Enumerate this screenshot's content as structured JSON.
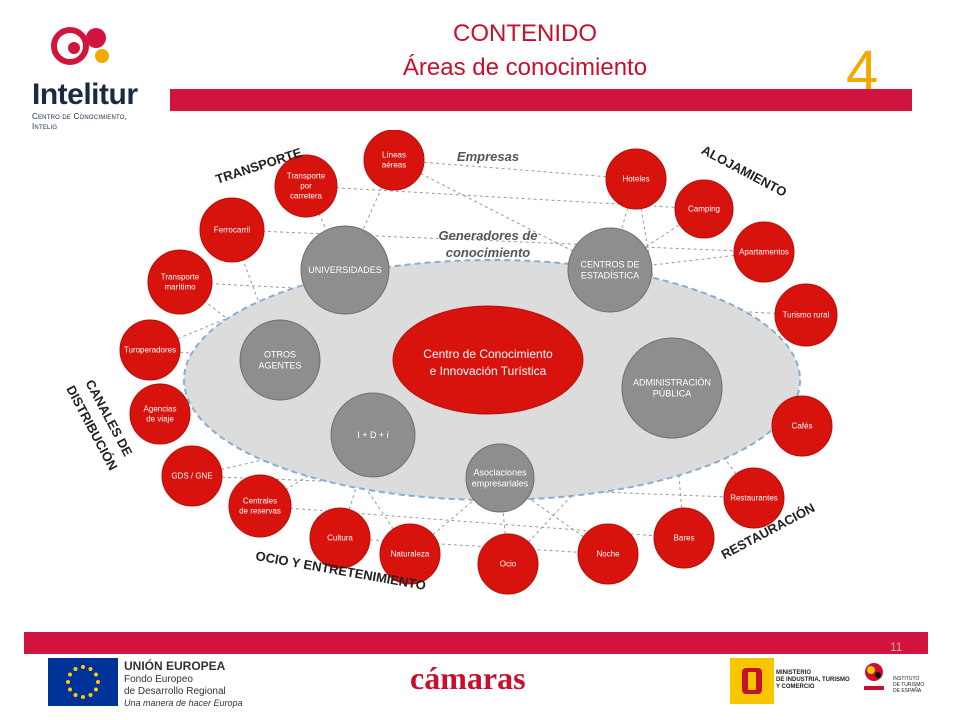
{
  "header": {
    "logo": {
      "name": "Intelitur",
      "subtitle_line1": "Centro de Conocimiento,",
      "subtitle_line2": "Intelig"
    },
    "title": "CONTENIDO",
    "subtitle": "Áreas de conocimiento",
    "section_number": "4"
  },
  "diagram": {
    "ellipse_labels": {
      "outer": "Empresas",
      "inner_line1": "Generadores de",
      "inner_line2": "conocimiento"
    },
    "center_line1": "Centro de Conocimiento",
    "center_line2": "e Innovación Turística",
    "generators": [
      {
        "lines": [
          "UNIVERSIDADES"
        ]
      },
      {
        "lines": [
          "CENTROS DE",
          "ESTADÍSTICA"
        ]
      },
      {
        "lines": [
          "OTROS",
          "AGENTES"
        ]
      },
      {
        "lines": [
          "ADMINISTRACIÓN",
          "PÚBLICA"
        ]
      },
      {
        "lines": [
          "I + D + i"
        ]
      },
      {
        "lines": [
          "Asociaciones",
          "empresariales"
        ]
      }
    ],
    "companies": [
      {
        "lines": [
          "Líneas",
          "aéreas"
        ]
      },
      {
        "lines": [
          "Transporte",
          "por",
          "carretera"
        ]
      },
      {
        "lines": [
          "Ferrocarril"
        ]
      },
      {
        "lines": [
          "Transporte",
          "marítimo"
        ]
      },
      {
        "lines": [
          "Turoperadores"
        ]
      },
      {
        "lines": [
          "Agencias",
          "de viaje"
        ]
      },
      {
        "lines": [
          "GDS / GNE"
        ]
      },
      {
        "lines": [
          "Centrales",
          "de reservas"
        ]
      },
      {
        "lines": [
          "Cultura"
        ]
      },
      {
        "lines": [
          "Naturaleza"
        ]
      },
      {
        "lines": [
          "Ocio"
        ]
      },
      {
        "lines": [
          "Noche"
        ]
      },
      {
        "lines": [
          "Bares"
        ]
      },
      {
        "lines": [
          "Restaurantes"
        ]
      },
      {
        "lines": [
          "Cafés"
        ]
      },
      {
        "lines": [
          "Turismo rural"
        ]
      },
      {
        "lines": [
          "Apartamentos"
        ]
      },
      {
        "lines": [
          "Camping"
        ]
      },
      {
        "lines": [
          "Hoteles"
        ]
      }
    ],
    "categories": {
      "transporte": "TRANSPORTE",
      "alojamiento": "ALOJAMIENTO",
      "canales_line1": "CANALES DE",
      "canales_line2": "DISTRIBUCIÓN",
      "ocio": "OCIO Y ENTRETENIMIENTO",
      "restauracion": "RESTAURACIÓN"
    }
  },
  "footer": {
    "page_number": "11",
    "eu_title": "UNIÓN EUROPEA",
    "eu_fund_line1": "Fondo Europeo",
    "eu_fund_line2": "de Desarrollo Regional",
    "eu_motto": "Una manera de hacer Europa",
    "camaras": "cámaras",
    "ministry_line1": "MINISTERIO",
    "ministry_line2": "DE INDUSTRIA, TURISMO",
    "ministry_line3": "Y COMERCIO",
    "institute_line1": "INSTITUTO",
    "institute_line2": "DE TURISMO",
    "institute_line3": "DE ESPAÑA"
  },
  "colors": {
    "accent_red": "#d1153e",
    "number_orange": "#f2a900",
    "node_red": "#d8120c",
    "node_grey": "#8e8e8e"
  }
}
